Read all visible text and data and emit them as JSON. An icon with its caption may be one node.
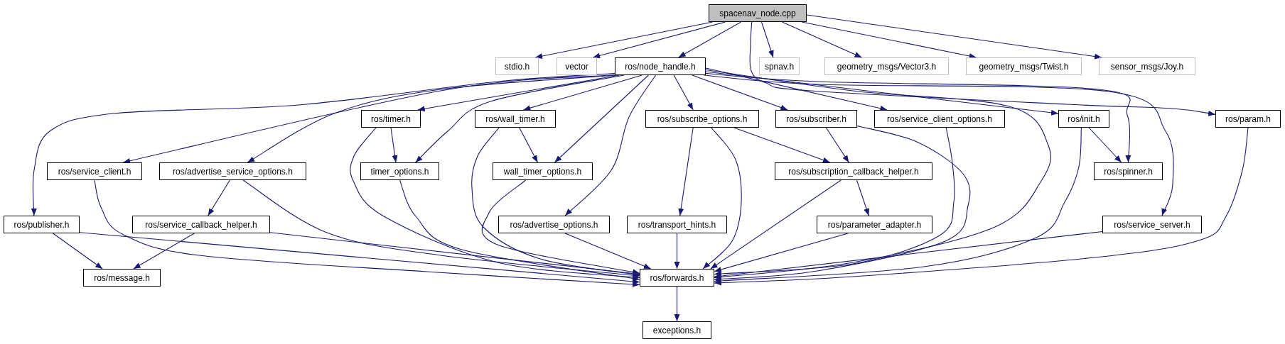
{
  "diagram": {
    "nodes": [
      {
        "text": [
          "spacenav_node.cpp"
        ]
      },
      {
        "text": [
          "stdio.h"
        ]
      },
      {
        "text": [
          "vector"
        ]
      },
      {
        "text": [
          "ros/node_handle.h"
        ]
      },
      {
        "text": [
          "spnav.h"
        ]
      },
      {
        "text": [
          "geometry_msgs/Vector3.h"
        ]
      },
      {
        "text": [
          "geometry_msgs/Twist.h"
        ]
      },
      {
        "text": [
          "sensor_msgs/Joy.h"
        ]
      },
      {
        "text": [
          "ros/timer.h"
        ]
      },
      {
        "text": [
          "ros/wall_timer.h"
        ]
      },
      {
        "text": [
          "ros/subscribe_options.h"
        ]
      },
      {
        "text": [
          "ros/subscriber.h"
        ]
      },
      {
        "text": [
          "ros/service_client_options.h"
        ]
      },
      {
        "text": [
          "ros/init.h"
        ]
      },
      {
        "text": [
          "ros/param.h"
        ]
      },
      {
        "text": [
          "ros/service_client.h"
        ]
      },
      {
        "text": [
          "ros/advertise_service_options.h"
        ]
      },
      {
        "text": [
          "timer_options.h"
        ]
      },
      {
        "text": [
          "wall_timer_options.h"
        ]
      },
      {
        "text": [
          "ros/subscription_callback_helper.h"
        ]
      },
      {
        "text": [
          "ros/spinner.h"
        ]
      },
      {
        "text": [
          "ros/publisher.h"
        ]
      },
      {
        "text": [
          "ros/service_callback_helper.h"
        ]
      },
      {
        "text": [
          "ros/advertise_options.h"
        ]
      },
      {
        "text": [
          "ros/transport_hints.h"
        ]
      },
      {
        "text": [
          "ros/parameter_adapter.h"
        ]
      },
      {
        "text": [
          "ros/service_server.h"
        ]
      },
      {
        "text": [
          "ros/message.h"
        ]
      },
      {
        "text": [
          "ros/forwards.h"
        ]
      },
      {
        "text": [
          "exceptions.h"
        ]
      }
    ],
    "edges": [
      {
        "from": 0,
        "to": 1,
        "arrow": "to"
      },
      {
        "from": 0,
        "to": 2,
        "arrow": "to"
      },
      {
        "from": 0,
        "to": 3,
        "arrow": "to"
      },
      {
        "from": 0,
        "to": 14,
        "arrow": "to"
      },
      {
        "from": 0,
        "to": 4,
        "arrow": "to"
      },
      {
        "from": 0,
        "to": 5,
        "arrow": "to"
      },
      {
        "from": 0,
        "to": 6,
        "arrow": "to"
      },
      {
        "from": 0,
        "to": 7,
        "arrow": "to"
      },
      {
        "from": 3,
        "to": 21,
        "arrow": "to"
      },
      {
        "from": 3,
        "to": 15,
        "arrow": "to"
      },
      {
        "from": 3,
        "to": 16,
        "arrow": "to"
      },
      {
        "from": 3,
        "to": 8,
        "arrow": "to"
      },
      {
        "from": 3,
        "to": 17,
        "arrow": "to"
      },
      {
        "from": 3,
        "to": 9,
        "arrow": "to"
      },
      {
        "from": 3,
        "to": 18,
        "arrow": "to"
      },
      {
        "from": 3,
        "to": 23,
        "arrow": "to"
      },
      {
        "from": 3,
        "to": 10,
        "arrow": "to"
      },
      {
        "from": 3,
        "to": 11,
        "arrow": "to"
      },
      {
        "from": 3,
        "to": 12,
        "arrow": "to"
      },
      {
        "from": 3,
        "to": 28,
        "arrow": "to"
      },
      {
        "from": 3,
        "to": 13,
        "arrow": "to"
      },
      {
        "from": 3,
        "to": 20,
        "arrow": "to"
      },
      {
        "from": 3,
        "to": 26,
        "arrow": "to"
      },
      {
        "from": 8,
        "to": 17,
        "arrow": "to"
      },
      {
        "from": 8,
        "to": 28,
        "arrow": "to"
      },
      {
        "from": 9,
        "to": 18,
        "arrow": "to"
      },
      {
        "from": 9,
        "to": 28,
        "arrow": "to"
      },
      {
        "from": 17,
        "to": 28,
        "arrow": "to"
      },
      {
        "from": 18,
        "to": 28,
        "arrow": "to"
      },
      {
        "from": 10,
        "to": 24,
        "arrow": "to"
      },
      {
        "from": 10,
        "to": 28,
        "arrow": "to"
      },
      {
        "from": 10,
        "to": 19,
        "arrow": "to"
      },
      {
        "from": 11,
        "to": 19,
        "arrow": "to"
      },
      {
        "from": 11,
        "to": 28,
        "arrow": "to"
      },
      {
        "from": 12,
        "to": 28,
        "arrow": "to"
      },
      {
        "from": 13,
        "to": 20,
        "arrow": "to"
      },
      {
        "from": 13,
        "to": 28,
        "arrow": "to"
      },
      {
        "from": 14,
        "to": 28,
        "arrow": "to"
      },
      {
        "from": 15,
        "to": 28,
        "arrow": "to"
      },
      {
        "from": 16,
        "to": 22,
        "arrow": "to"
      },
      {
        "from": 16,
        "to": 28,
        "arrow": "to"
      },
      {
        "from": 19,
        "to": 25,
        "arrow": "to"
      },
      {
        "from": 19,
        "to": 28,
        "arrow": "to"
      },
      {
        "from": 21,
        "to": 27,
        "arrow": "to"
      },
      {
        "from": 21,
        "to": 28,
        "arrow": "to"
      },
      {
        "from": 22,
        "to": 27,
        "arrow": "to"
      },
      {
        "from": 22,
        "to": 28,
        "arrow": "to"
      },
      {
        "from": 23,
        "to": 28,
        "arrow": "to"
      },
      {
        "from": 24,
        "to": 28,
        "arrow": "to"
      },
      {
        "from": 25,
        "to": 28,
        "arrow": "to"
      },
      {
        "from": 26,
        "to": 28,
        "arrow": "to"
      },
      {
        "from": 28,
        "to": 29,
        "arrow": "to"
      }
    ]
  }
}
